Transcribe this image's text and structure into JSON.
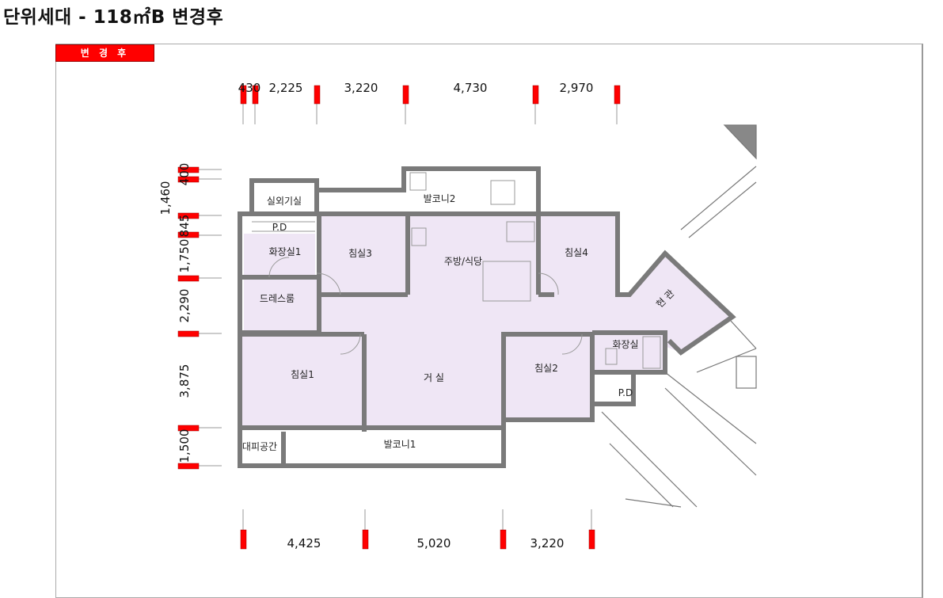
{
  "title": "단위세대 - 118㎡B 변경후",
  "badge": "변 경 후",
  "dimensions": {
    "top": [
      "430",
      "2,225",
      "3,220",
      "4,730",
      "2,970"
    ],
    "bottom": [
      "4,425",
      "5,020",
      "3,220"
    ],
    "left_outer": "1,460",
    "left": [
      "400",
      "845",
      "1,750",
      "2,290",
      "3,875",
      "1,500"
    ]
  },
  "rooms": {
    "outdoor_unit": "실외기실",
    "balcony2": "발코니2",
    "pd_top": "P.D",
    "bath1": "화장실1",
    "bed3": "침실3",
    "kitchen": "주방/식당",
    "bed4": "침실4",
    "dress": "드레스룸",
    "entrance": "현 관",
    "bath2": "화장실",
    "bed1": "침실1",
    "living": "거 실",
    "bed2": "침실2",
    "pd_right": "P.D",
    "evac": "대피공간",
    "balcony1": "발코니1"
  },
  "colors": {
    "accent": "#ff0000",
    "wall": "#7a7a7a",
    "room_fill": "#efe6f5"
  }
}
